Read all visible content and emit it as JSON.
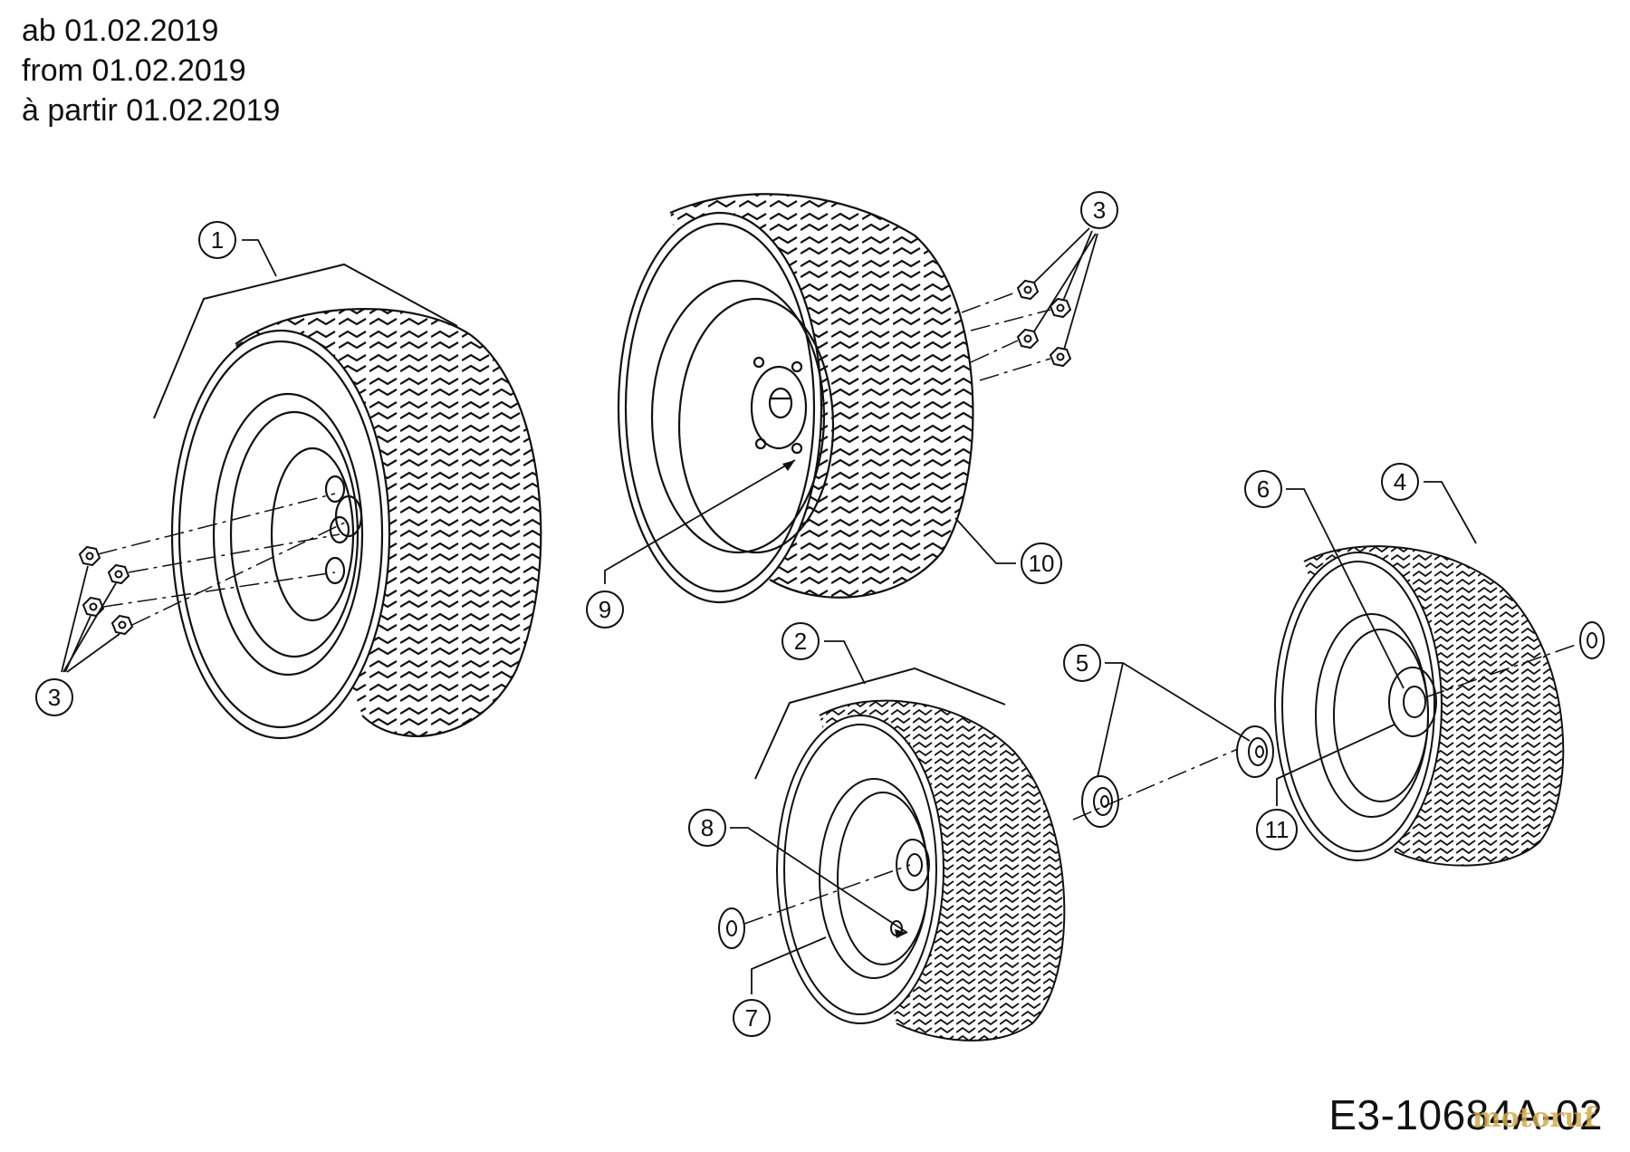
{
  "header": {
    "line_de": "ab 01.02.2019",
    "line_en": "from 01.02.2019",
    "line_fr": "à partir 01.02.2019"
  },
  "drawing_code": "E3-10684A-02",
  "watermark": "motoruf",
  "callouts": {
    "c1": "1",
    "c2": "2",
    "c3a": "3",
    "c3b": "3",
    "c4": "4",
    "c5": "5",
    "c6": "6",
    "c7": "7",
    "c8": "8",
    "c9": "9",
    "c10": "10",
    "c11": "11"
  },
  "colors": {
    "line": "#111111",
    "background": "#ffffff",
    "watermark": "#d4a94a"
  }
}
